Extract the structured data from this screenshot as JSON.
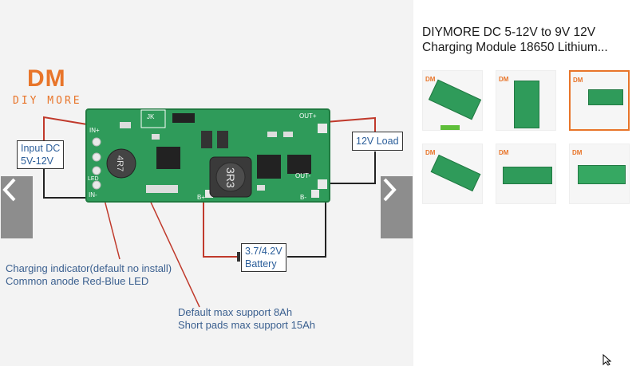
{
  "product": {
    "title_line1": "DIYMORE DC 5-12V to 9V 12V",
    "title_line2": "Charging Module 18650 Lithium..."
  },
  "brand": {
    "mark": "DM",
    "name": "DIY MORE"
  },
  "image_labels": {
    "input_line1": "Input DC",
    "input_line2": "5V-12V",
    "load": "12V Load",
    "battery_line1": "3.7/4.2V",
    "battery_line2": "Battery",
    "charging_line1": "Charging indicator(default no install)",
    "charging_line2": "Common anode Red-Blue LED",
    "max_line1": "Default max support 8Ah",
    "max_line2": "Short pads max support 15Ah"
  },
  "pcb_silkscreen": {
    "in_plus": "IN+",
    "in_minus": "IN-",
    "led": "LED",
    "out_plus": "OUT+",
    "out_minus": "OUT-",
    "b_plus": "B+",
    "b_minus": "B-",
    "jk": "JK",
    "inductor_small": "4R7",
    "inductor_large": "3R3"
  },
  "thumbnails": [
    {
      "label": "DM",
      "selected": false
    },
    {
      "label": "DM",
      "selected": false
    },
    {
      "label": "DM",
      "selected": true
    },
    {
      "label": "DM",
      "selected": false
    },
    {
      "label": "DM",
      "selected": false
    },
    {
      "label": "DM",
      "selected": false
    }
  ],
  "icons": {
    "prev": "chevron-left-icon",
    "next": "chevron-right-icon",
    "cursor": "mouse-cursor-icon"
  },
  "colors": {
    "brand_orange": "#e8752a",
    "pcb_green": "#2f9b5a",
    "label_blue": "#3a5f8f",
    "wire_red": "#c0392b",
    "nav_gray": "#8d8d8d"
  }
}
